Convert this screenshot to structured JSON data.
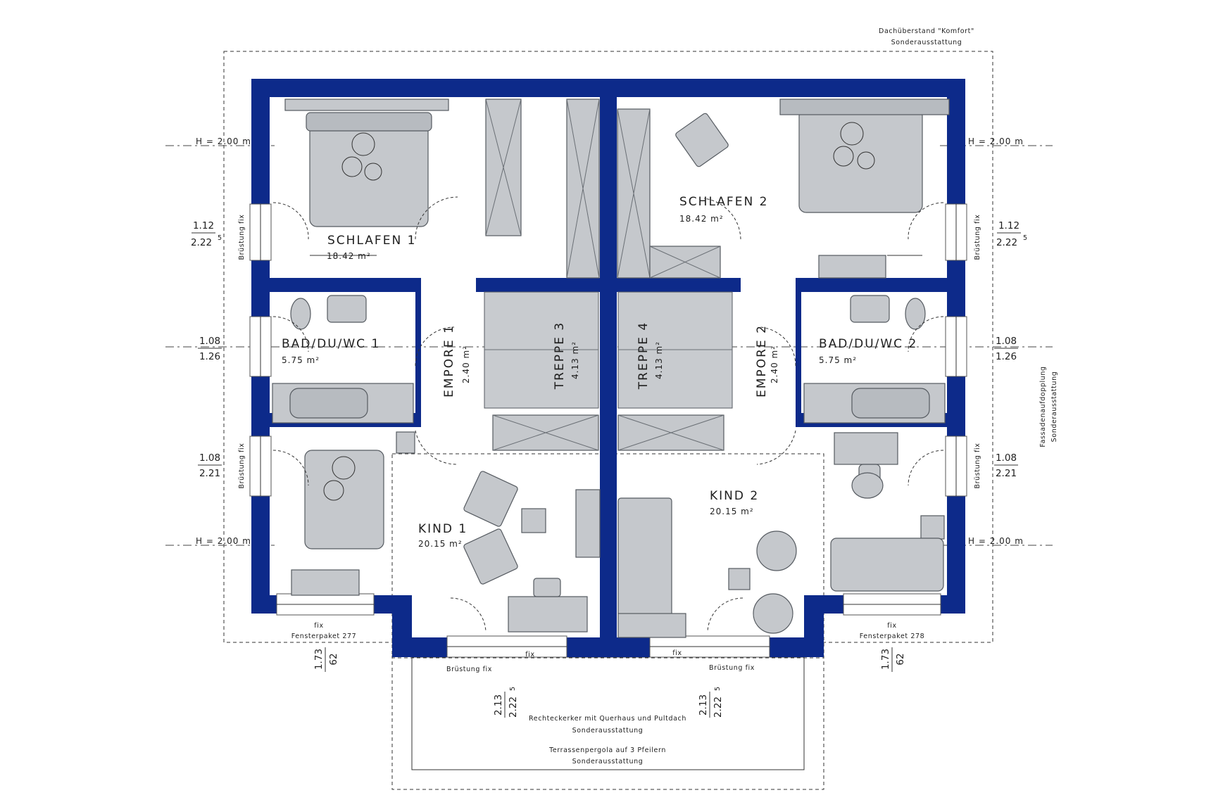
{
  "notes": {
    "roof_overhang": "Dachüberstand \"Komfort\"",
    "roof_overhang_sub": "Sonderausstattung",
    "facade": "Fassadenaufdopplung",
    "facade_sub": "Sonderausstattung",
    "bay": "Rechteckerker mit Querhaus und Pultdach",
    "bay_sub": "Sonderausstattung",
    "pergola": "Terrassenpergola auf 3 Pfeilern",
    "pergola_sub": "Sonderausstattung"
  },
  "rooms": {
    "schlafen1": {
      "name": "SCHLAFEN 1",
      "area": "18.42 m²"
    },
    "schlafen2": {
      "name": "SCHLAFEN 2",
      "area": "18.42 m²"
    },
    "bad1": {
      "name": "BAD/DU/WC 1",
      "area": "5.75 m²"
    },
    "bad2": {
      "name": "BAD/DU/WC 2",
      "area": "5.75 m²"
    },
    "empore1": {
      "name": "EMPORE 1",
      "area": "2.40 m²"
    },
    "empore2": {
      "name": "EMPORE 2",
      "area": "2.40 m²"
    },
    "treppe3": {
      "name": "TREPPE 3",
      "area": "4.13 m²"
    },
    "treppe4": {
      "name": "TREPPE 4",
      "area": "4.13 m²"
    },
    "kind1": {
      "name": "KIND 1",
      "area": "20.15 m²"
    },
    "kind2": {
      "name": "KIND 2",
      "area": "20.15 m²"
    }
  },
  "labels": {
    "h_line": "H = 2.00 m",
    "bruestung_fix": "Brüstung fix",
    "fix": "fix",
    "fensterpaket_277": "Fensterpaket 277",
    "fensterpaket_278": "Fensterpaket 278"
  },
  "dims": {
    "w_top_a": "1.12",
    "w_top_b": "2.22",
    "w_top_sup": "5",
    "w_bath_a": "1.08",
    "w_bath_b": "1.26",
    "w_kid_a": "1.08",
    "w_kid_b": "2.21",
    "w_bottom_a": "1.73",
    "w_bottom_b": "62",
    "w_bay_a": "2.13",
    "w_bay_b": "2.22",
    "w_bay_sup": "5"
  },
  "colors": {
    "wall": "#0d2a8a",
    "furniture": "#c5c8cc"
  }
}
